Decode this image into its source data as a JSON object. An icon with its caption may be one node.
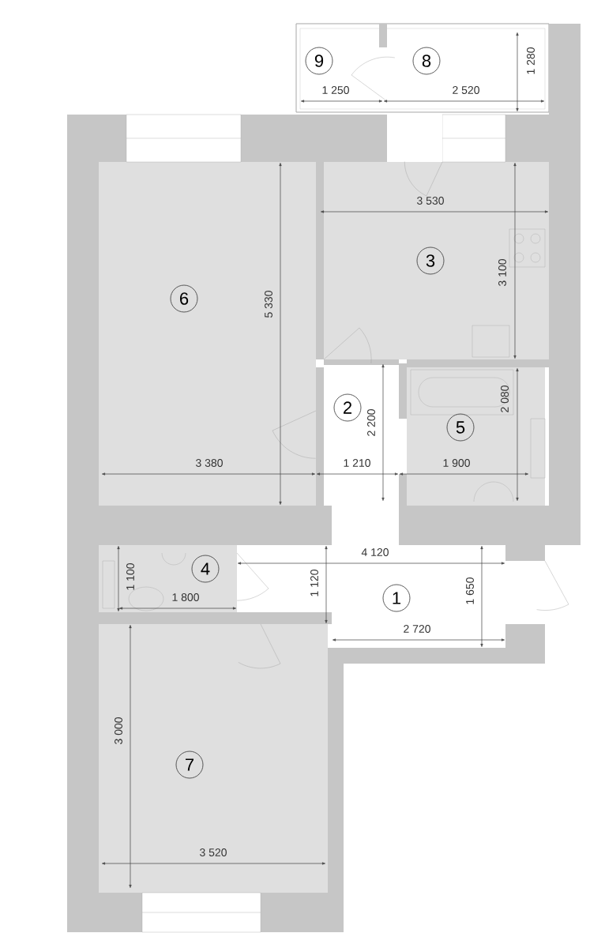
{
  "diagram": {
    "nodes": [
      {
        "text": [
          "9"
        ]
      },
      {
        "text": [
          "8"
        ]
      },
      {
        "text": [
          "3"
        ]
      },
      {
        "text": [
          "6"
        ]
      },
      {
        "text": [
          "2"
        ]
      },
      {
        "text": [
          "5"
        ]
      },
      {
        "text": [
          "4"
        ]
      },
      {
        "text": [
          "1"
        ]
      },
      {
        "text": [
          "7"
        ]
      }
    ],
    "labels": [
      "1 280",
      "1 250",
      "2 520",
      "3 530",
      "3 100",
      "5 330",
      "2 200",
      "2 080",
      "3 380",
      "1 210",
      "1 900",
      "4 120",
      "1 100",
      "1 800",
      "1 120",
      "1 650",
      "2 720",
      "3 000",
      "3 520"
    ]
  }
}
